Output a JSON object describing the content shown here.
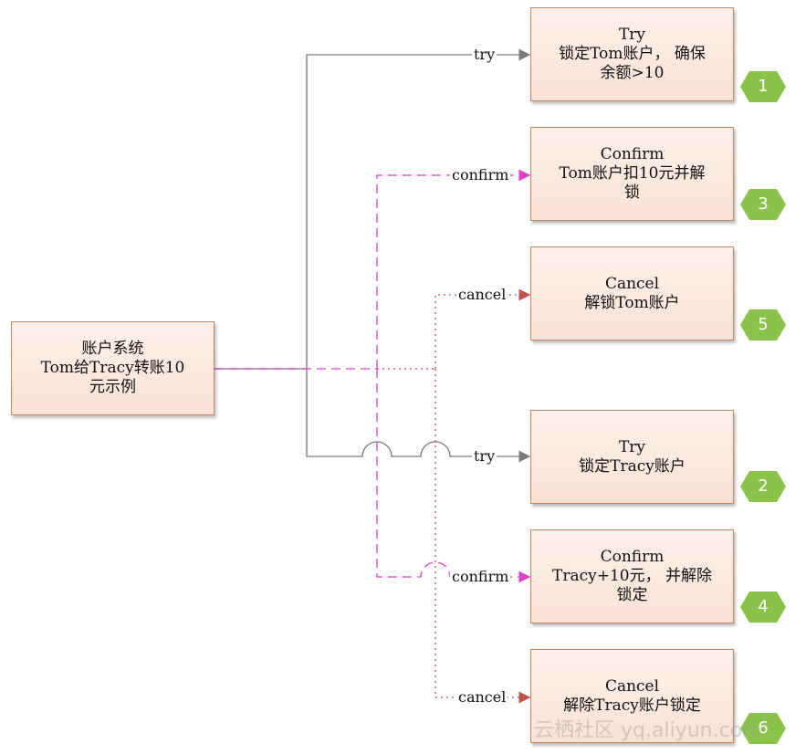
{
  "account_system": {
    "line1": "账户系统",
    "line2": "Tom给Tracy转账10",
    "line3": "元示例"
  },
  "steps": [
    {
      "id": "tom-try",
      "title": "Try",
      "line1": "锁定Tom账户， 确保",
      "line2": "余额>10",
      "edge": "try",
      "badge": "1"
    },
    {
      "id": "tom-confirm",
      "title": "Confirm",
      "line1": "Tom账户扣10元并解",
      "line2": "锁",
      "edge": "confirm",
      "badge": "3"
    },
    {
      "id": "tom-cancel",
      "title": "Cancel",
      "line1": "解锁Tom账户",
      "line2": "",
      "edge": "cancel",
      "badge": "5"
    },
    {
      "id": "tracy-try",
      "title": "Try",
      "line1": "锁定Tracy账户",
      "line2": "",
      "edge": "try",
      "badge": "2"
    },
    {
      "id": "tracy-confirm",
      "title": "Confirm",
      "line1": "Tracy+10元， 并解除",
      "line2": "锁定",
      "edge": "confirm",
      "badge": "4"
    },
    {
      "id": "tracy-cancel",
      "title": "Cancel",
      "line1": "解除Tracy账户锁定",
      "line2": "",
      "edge": "cancel",
      "badge": "6"
    }
  ],
  "colors": {
    "try": "#7a7a7a",
    "confirm": "#e040c8",
    "cancel": "#c0504d",
    "badge": "#8bc34a",
    "box_border": "#c8845a"
  },
  "watermark": "云栖社区 yq.aliyun.com"
}
